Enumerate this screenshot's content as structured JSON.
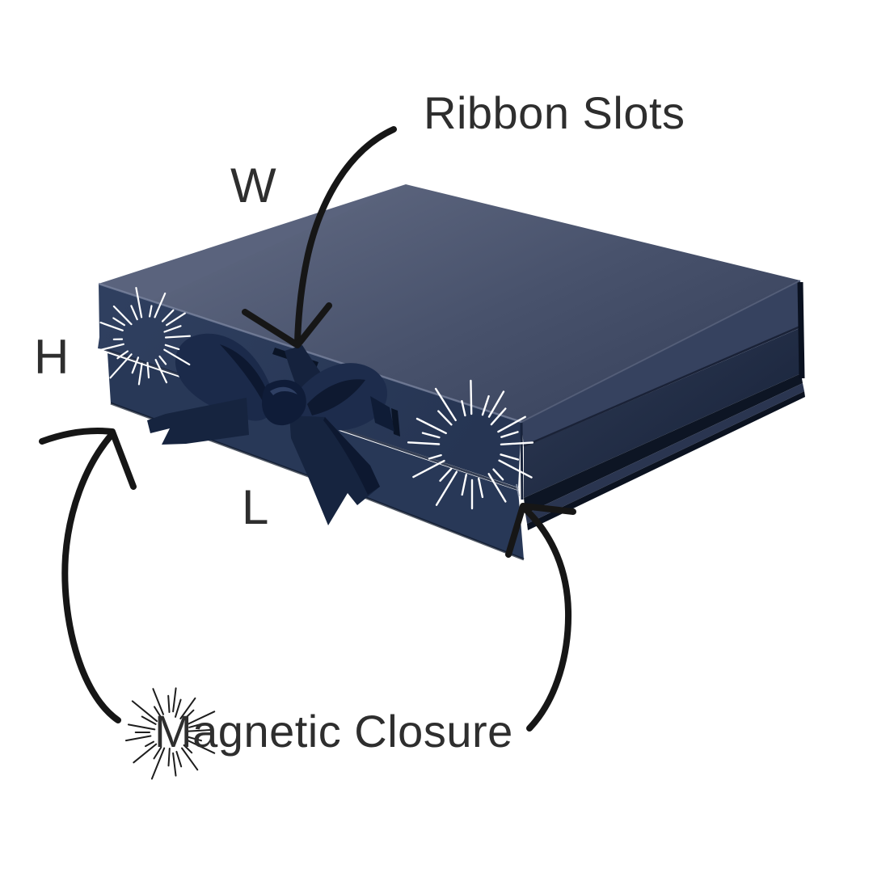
{
  "page": {
    "background": "#ffffff",
    "description": "Navy blue magnetic gift box with grosgrain ribbon bow, annotated with feature callouts and dimension letters"
  },
  "product": {
    "name": "navy-gift-box",
    "features_marked": [
      "ribbon slots",
      "magnetic closure"
    ],
    "dimension_markers": [
      "W",
      "H",
      "L"
    ]
  },
  "annotations": {
    "ribbon_slots": "Ribbon Slots",
    "magnetic_closure": "Magnetic Closure",
    "width_label": "W",
    "height_label": "H",
    "length_label": "L"
  },
  "colors": {
    "text": "#2e2e2e",
    "arrow": "#161616",
    "starburst_light": "#ffffff",
    "starburst_dark": "#1d1d1d",
    "box_top": "#4a546e",
    "box_front": "#2d3d5c",
    "box_side": "#25304a",
    "box_edge_dark": "#0d1524",
    "ribbon": "#1b2a4a"
  }
}
